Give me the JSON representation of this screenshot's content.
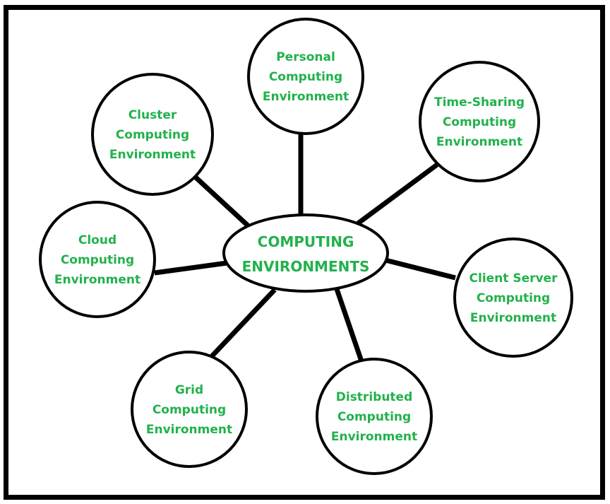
{
  "diagram": {
    "type": "hub-and-spoke",
    "colors": {
      "text": "#22b14c",
      "stroke": "#000000",
      "background": "#ffffff"
    },
    "center": {
      "id": "center",
      "lines": [
        "COMPUTING",
        "ENVIRONMENTS"
      ]
    },
    "nodes": [
      {
        "id": "personal",
        "lines": [
          "Personal",
          "Computing",
          "Environment"
        ]
      },
      {
        "id": "time-sharing",
        "lines": [
          "Time-Sharing",
          "Computing",
          "Environment"
        ]
      },
      {
        "id": "client-server",
        "lines": [
          "Client Server",
          "Computing",
          "Environment"
        ]
      },
      {
        "id": "distributed",
        "lines": [
          "Distributed",
          "Computing",
          "Environment"
        ]
      },
      {
        "id": "grid",
        "lines": [
          "Grid",
          "Computing",
          "Environment"
        ]
      },
      {
        "id": "cloud",
        "lines": [
          "Cloud",
          "Computing",
          "Environment"
        ]
      },
      {
        "id": "cluster",
        "lines": [
          "Cluster",
          "Computing",
          "Environment"
        ]
      }
    ],
    "edges": [
      {
        "from": "center",
        "to": "personal"
      },
      {
        "from": "center",
        "to": "time-sharing"
      },
      {
        "from": "center",
        "to": "client-server"
      },
      {
        "from": "center",
        "to": "distributed"
      },
      {
        "from": "center",
        "to": "grid"
      },
      {
        "from": "center",
        "to": "cloud"
      },
      {
        "from": "center",
        "to": "cluster"
      }
    ]
  }
}
